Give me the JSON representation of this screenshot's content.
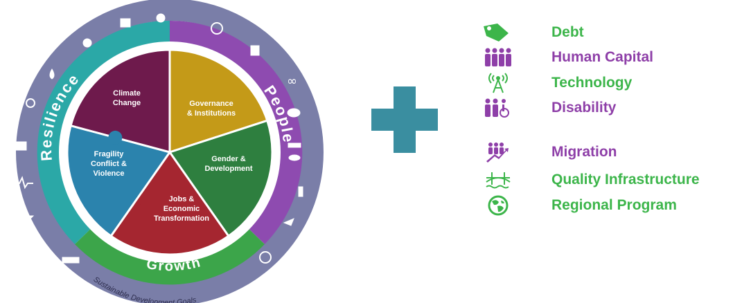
{
  "wheel": {
    "segments": [
      {
        "id": "climate",
        "lines": [
          "Climate",
          "Change"
        ],
        "color": "#6e1a4c"
      },
      {
        "id": "governance",
        "lines": [
          "Governance",
          "& Institutions"
        ],
        "color": "#c49a18"
      },
      {
        "id": "gender",
        "lines": [
          "Gender &",
          "Development"
        ],
        "color": "#2e7f3f"
      },
      {
        "id": "jobs",
        "lines": [
          "Jobs &",
          "Economic",
          "Transformation"
        ],
        "color": "#a52630"
      },
      {
        "id": "fragility",
        "lines": [
          "Fragility",
          "Conflict &",
          "Violence"
        ],
        "color": "#2b83ad"
      }
    ],
    "ring_labels": {
      "resilience": "Resilience",
      "people": "People",
      "growth": "Growth"
    },
    "sdg_label": "Sustainable Development Goals",
    "colors": {
      "outer_ring": "#7a7ea8",
      "resilience": "#2ba8a7",
      "people": "#8e4bb0",
      "growth": "#3ca54a"
    }
  },
  "plus": {
    "color": "#3a8ea0"
  },
  "legend": [
    {
      "label": "Debt",
      "icon": "tag-icon",
      "color": "#3cb54a"
    },
    {
      "label": "Human Capital",
      "icon": "people-group-icon",
      "color": "#8e3fa8"
    },
    {
      "label": "Technology",
      "icon": "antenna-tower-icon",
      "color": "#3cb54a"
    },
    {
      "label": "Disability",
      "icon": "wheelchair-people-icon",
      "color": "#8e3fa8"
    },
    {
      "label": "Migration",
      "icon": "migration-icon",
      "color": "#8e3fa8"
    },
    {
      "label": "Quality Infrastructure",
      "icon": "bridge-icon",
      "color": "#3cb54a"
    },
    {
      "label": "Regional Program",
      "icon": "globe-icon",
      "color": "#3cb54a"
    }
  ]
}
